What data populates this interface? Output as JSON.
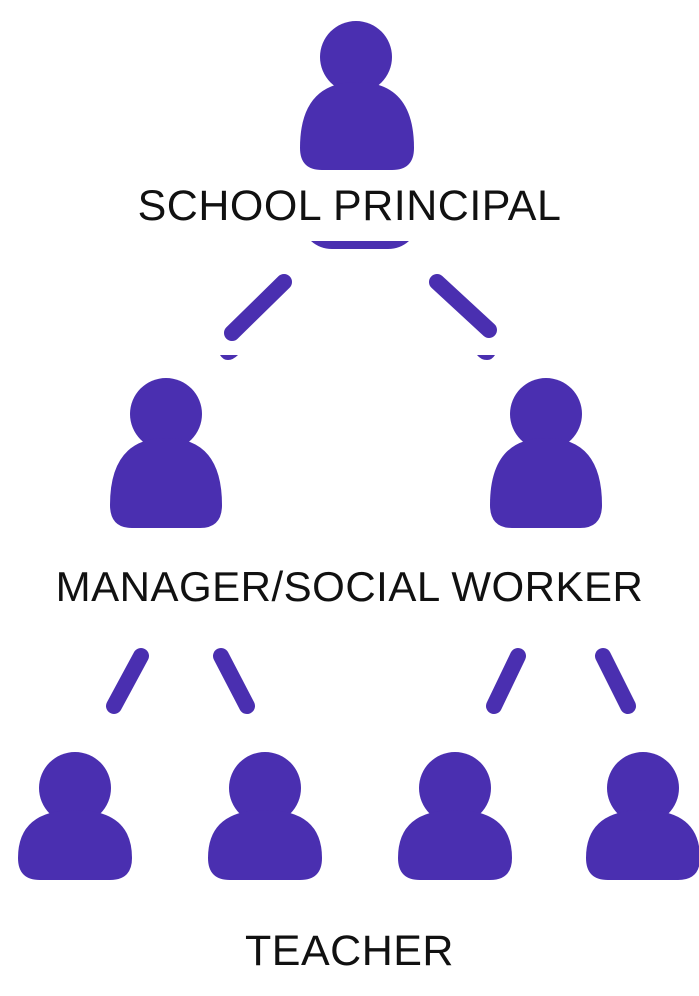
{
  "diagram": {
    "labels": {
      "top": "SCHOOL PRINCIPAL",
      "middle": "MANAGER/SOCIAL WORKER",
      "bottom": "TEACHER"
    },
    "icon": "person-icon",
    "colors": {
      "icon": "#4a2fb0",
      "text": "#111111",
      "background": "#ffffff"
    }
  }
}
